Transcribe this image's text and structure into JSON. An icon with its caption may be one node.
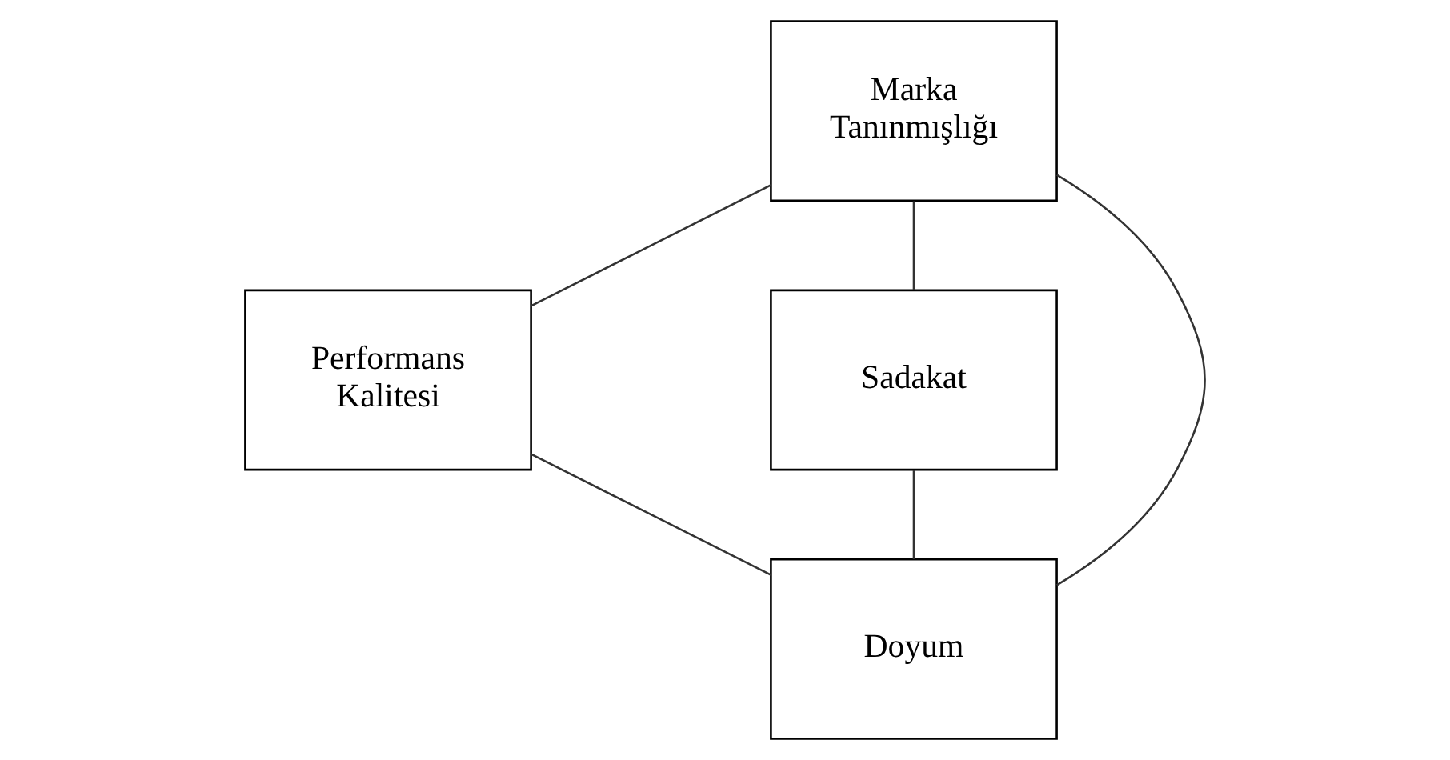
{
  "diagram": {
    "nodes": [
      {
        "text": [
          "Marka Tanınmışlığı"
        ]
      },
      {
        "text": [
          "Performans Kalitesi"
        ]
      },
      {
        "text": [
          "Sadakat"
        ]
      },
      {
        "text": [
          "Doyum"
        ]
      }
    ],
    "edges": [
      {
        "from": 0,
        "to": 1,
        "arrow": "none"
      },
      {
        "from": 0,
        "to": 2,
        "arrow": "none"
      },
      {
        "from": 0,
        "to": 3,
        "arrow": "none"
      },
      {
        "from": 1,
        "to": 3,
        "arrow": "none"
      },
      {
        "from": 2,
        "to": 3,
        "arrow": "none"
      }
    ]
  }
}
